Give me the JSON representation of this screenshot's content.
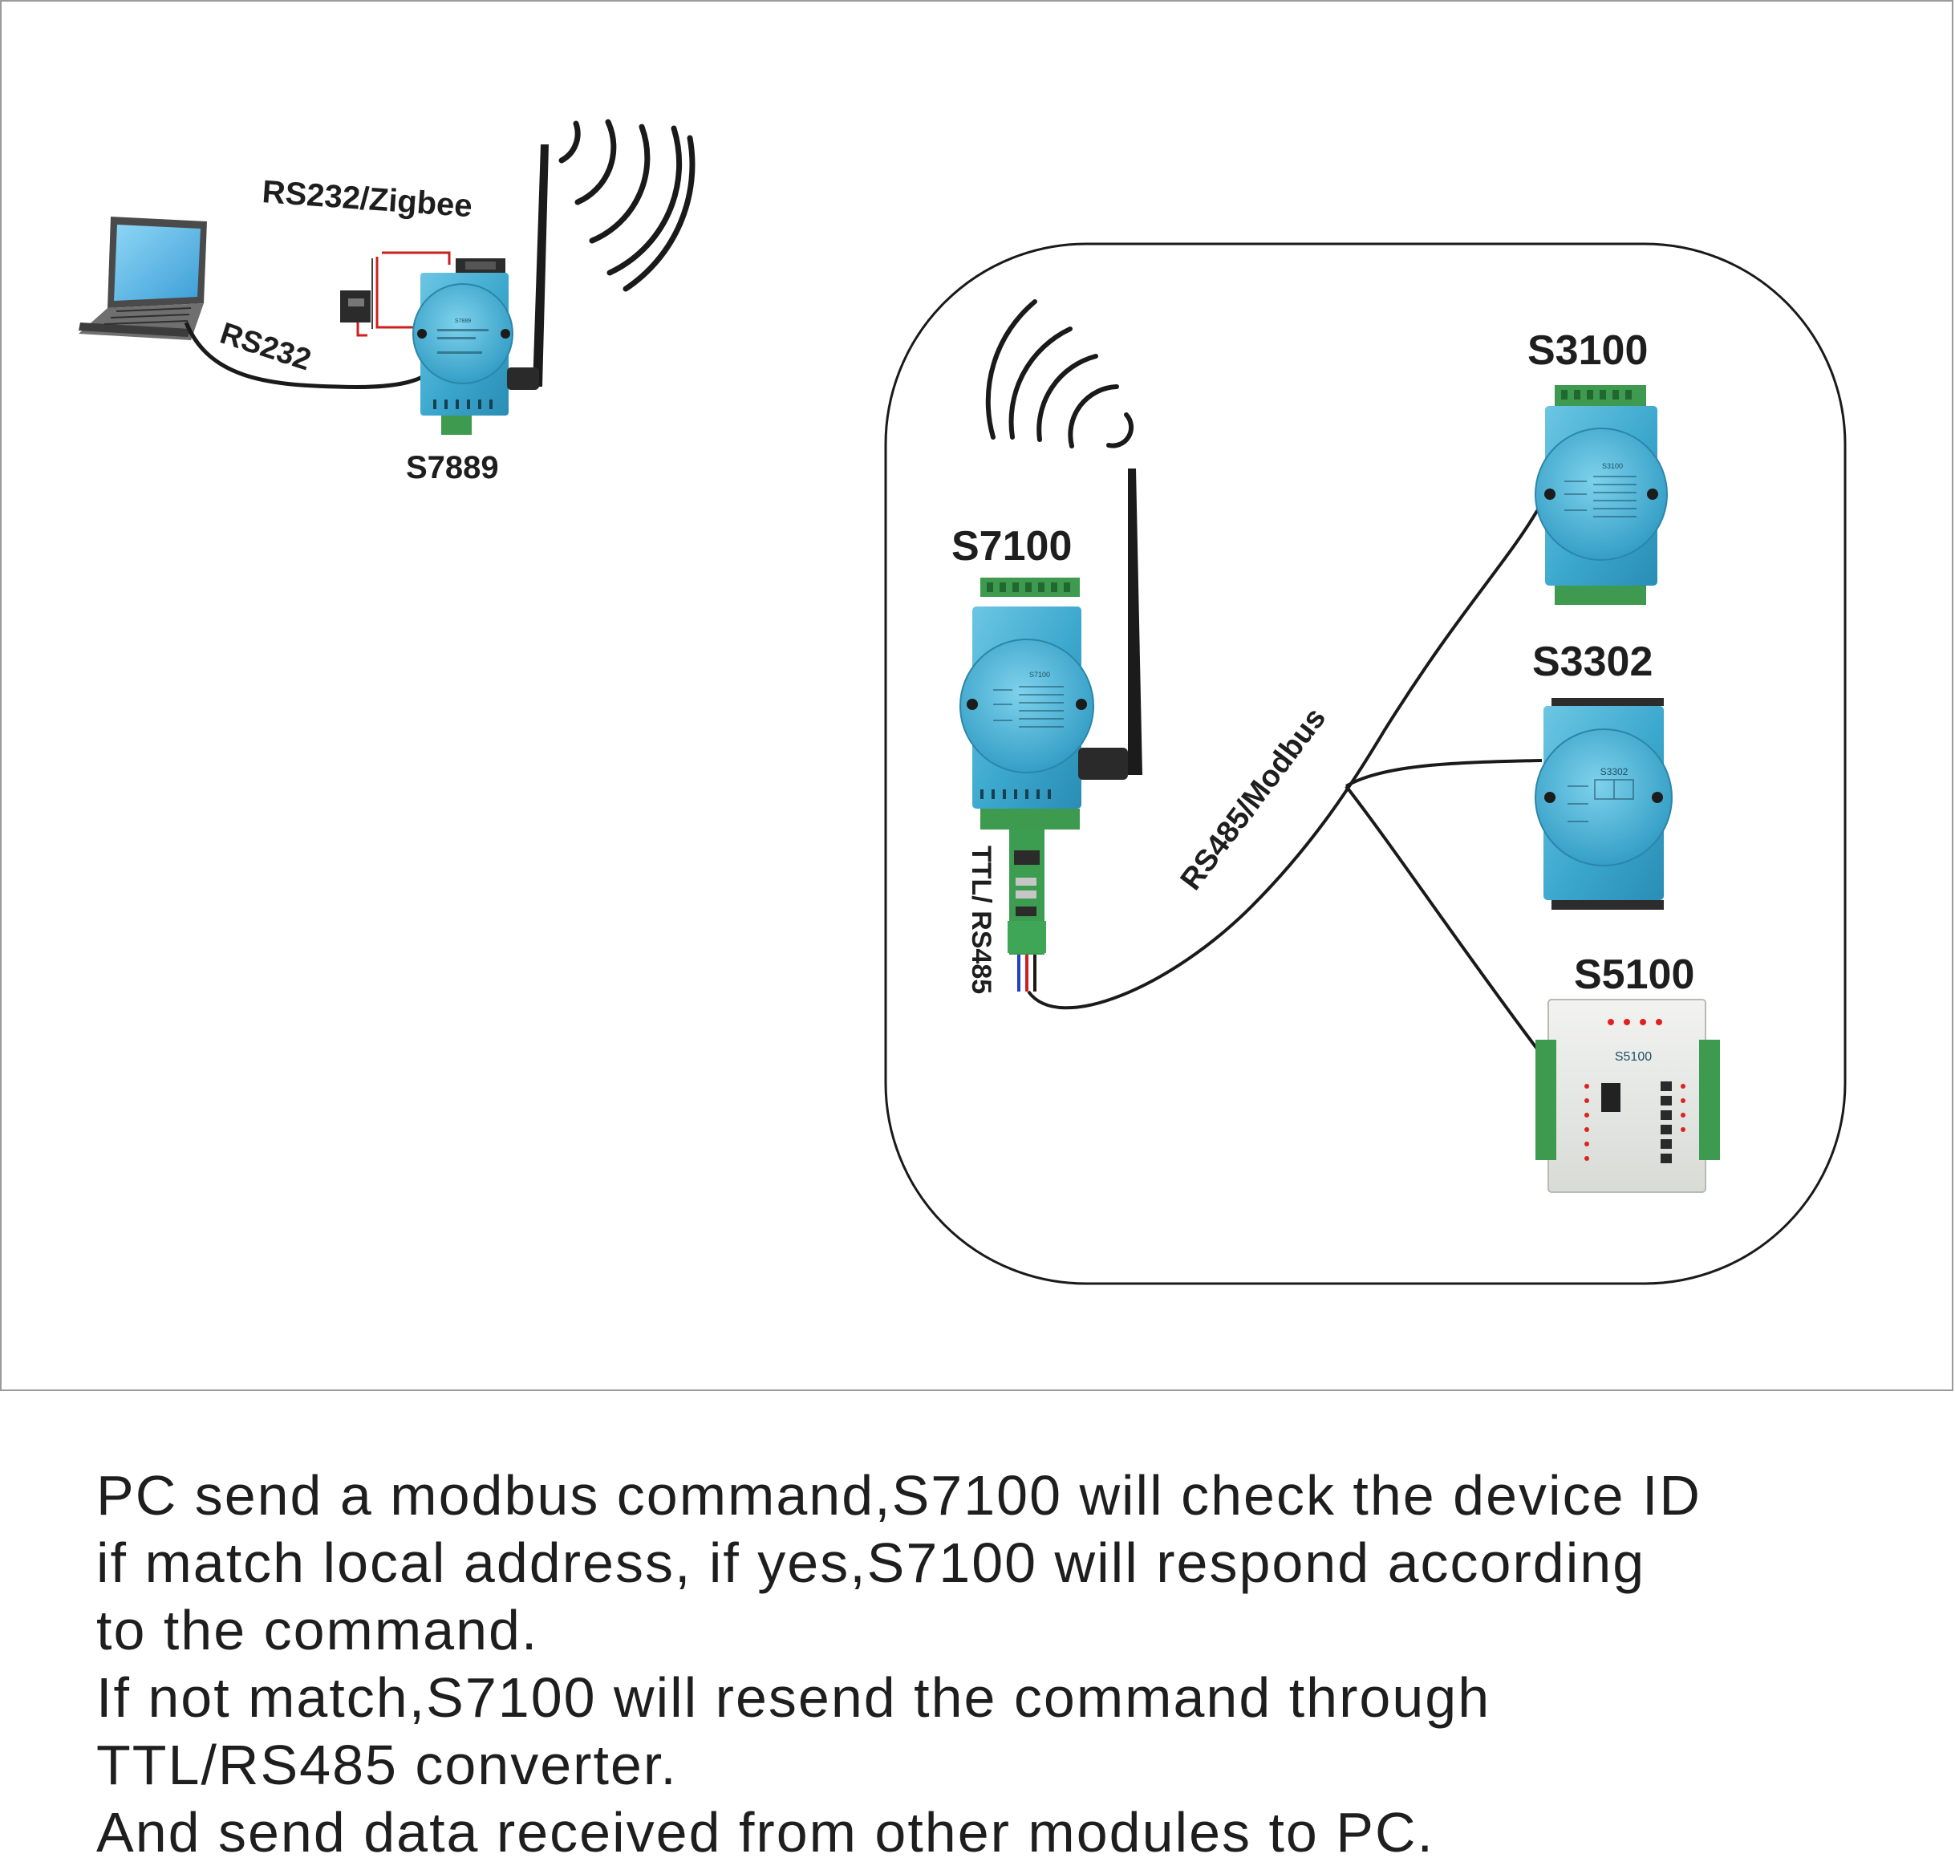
{
  "labels": {
    "rs232_zigbee": "RS232/Zigbee",
    "rs232": "RS232",
    "s7889": "S7889",
    "s7100": "S7100",
    "ttl_rs485": "TTL/ RS485",
    "rs485_modbus": "RS485/Modbus",
    "s3100": "S3100",
    "s3302": "S3302",
    "s5100": "S5100"
  },
  "device_faces": {
    "s7889": "S7889",
    "s7100": "S7100",
    "s3100": "S3100",
    "s3302": "S3302",
    "s5100": "S5100"
  },
  "caption": [
    "PC send a modbus command,S7100 will check the device ID",
    "if match local address, if yes,S7100 will respond according",
    "to the command.",
    "If not match,S7100 will resend the command through",
    "TTL/RS485 converter.",
    "And send data received from other modules to PC."
  ],
  "colors": {
    "module_blue": "#43acd0",
    "terminal_green": "#3d9a4e",
    "cable": "#1a1a1a"
  }
}
